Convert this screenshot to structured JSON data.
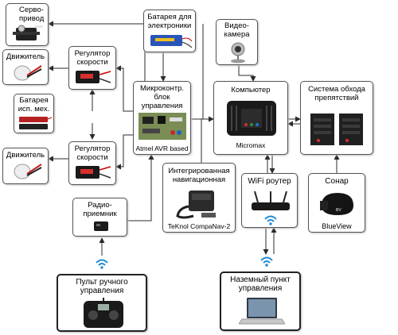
{
  "nodes": {
    "servo": {
      "label": "Серво-\nпривод"
    },
    "motor1": {
      "label": "Движитель"
    },
    "esc1": {
      "label": "Регулятор\nскорости"
    },
    "battery_mech": {
      "label": "Батарея\nисп. мех."
    },
    "motor2": {
      "label": "Движитель"
    },
    "esc2": {
      "label": "Регулятор\nскорости"
    },
    "battery_elec": {
      "label": "Батарея для\nэлектроники"
    },
    "mcu": {
      "label": "Микроконтр.\nблок\nуправления",
      "sublabel": "Atmel AVR based"
    },
    "webcam": {
      "label": "Видео-\nкамера"
    },
    "computer": {
      "label": "Компьютер",
      "sublabel": "Micromax"
    },
    "obstacle": {
      "label": "Система обхода\nпрепятствий"
    },
    "nav": {
      "label": "Интегрированная\nнавигационная",
      "sublabel": "TeKnol CompaNav-2"
    },
    "router": {
      "label": "WiFi роутер"
    },
    "sonar": {
      "label": "Сонар",
      "sublabel": "BlueView"
    },
    "receiver": {
      "label": "Радио-\nприемник"
    },
    "remote": {
      "label": "Пульт ручного\nуправления"
    },
    "ground": {
      "label": "Наземный пункт\nуправления"
    }
  },
  "colors": {
    "line": "#2b2b2b",
    "wifi": "#1f8ad6",
    "box_border": "#555555"
  }
}
